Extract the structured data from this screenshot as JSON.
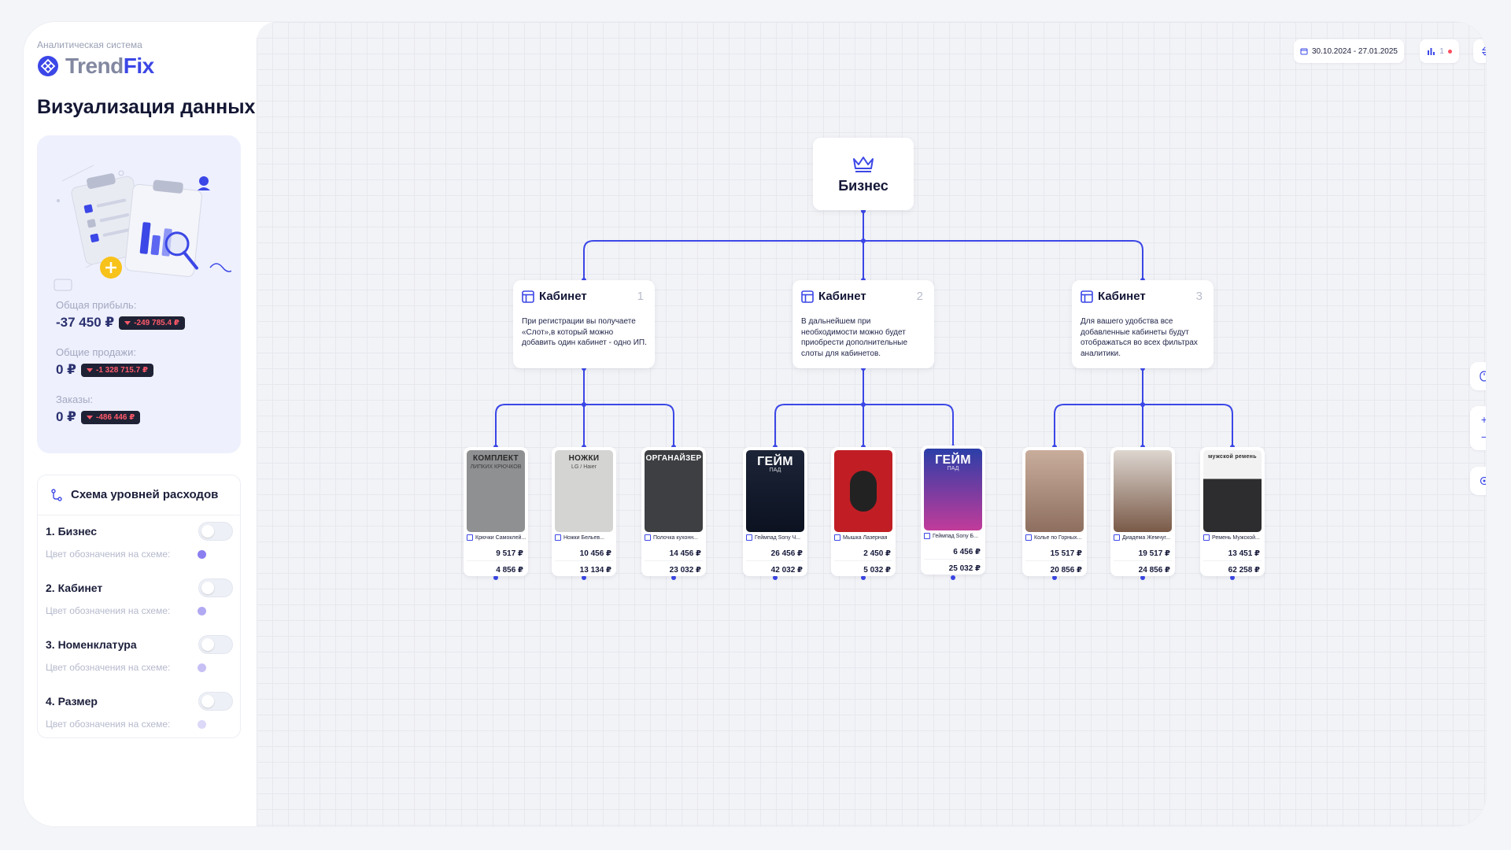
{
  "sidebar": {
    "system_label": "Аналитическая система",
    "logo_part1": "Trend",
    "logo_part2": "Fix",
    "page_title": "Визуализация данных",
    "stats": [
      {
        "label": "Общая прибыль:",
        "value": "-37 450 ₽",
        "delta": "-249 785.4 ₽"
      },
      {
        "label": "Общие продажи:",
        "value": "0 ₽",
        "delta": "-1 328 715.7 ₽"
      },
      {
        "label": "Заказы:",
        "value": "0 ₽",
        "delta": "-486 446 ₽"
      }
    ],
    "levels_title": "Схема уровней расходов",
    "levels": [
      {
        "name": "1. Бизнес",
        "sub": "Цвет обозначения на схеме:",
        "color": "#8b7ff0"
      },
      {
        "name": "2. Кабинет",
        "sub": "Цвет обозначения на схеме:",
        "color": "#b1a9f2"
      },
      {
        "name": "3. Номенклатура",
        "sub": "Цвет обозначения на схеме:",
        "color": "#c6c0f5"
      },
      {
        "name": "4. Размер",
        "sub": "Цвет обозначения на схеме:",
        "color": "#dcd8f8"
      }
    ]
  },
  "toolbar": {
    "date_range": "30.10.2024 - 27.01.2025",
    "chart_count": "1"
  },
  "tree": {
    "root_label": "Бизнес",
    "cabinets": [
      {
        "title": "Кабинет",
        "num": "1",
        "desc": "При регистрации вы получаете «Слот»,в который можно добавить один кабинет - одно ИП."
      },
      {
        "title": "Кабинет",
        "num": "2",
        "desc": "В дальнейшем при необходимости можно будет приобрести дополнительные слоты для кабинетов."
      },
      {
        "title": "Кабинет",
        "num": "3",
        "desc": "Для вашего удобства все добавленные кабинеты будут отображаться во всех фильтрах аналитики."
      }
    ],
    "products": [
      {
        "name": "Крючки Самоклей...",
        "v1": "9 517 ₽",
        "v2": "4 856 ₽",
        "cap": "КОМПЛЕКТ",
        "cap2": "ЛИПКИХ КРЮЧКОВ",
        "bg": "#8f9092",
        "dark": true
      },
      {
        "name": "Ножки Бельев...",
        "v1": "10 456 ₽",
        "v2": "13 134 ₽",
        "cap": "НОЖКИ",
        "cap2": "LG / Haier",
        "bg": "#d4d4d2",
        "dark": true
      },
      {
        "name": "Полочка кухонн...",
        "v1": "14 456 ₽",
        "v2": "23 032 ₽",
        "cap": "ОРГАНАЙЗЕР",
        "cap2": "",
        "bg": "#3d3f42",
        "dark": false
      },
      {
        "name": "Геймпад Sony Ч...",
        "v1": "26 456 ₽",
        "v2": "42 032 ₽",
        "cap": "ГЕЙМ",
        "cap2": "ПАД",
        "bg": "#1c2438",
        "dark": false
      },
      {
        "name": "Мышка Лазерная",
        "v1": "2 450 ₽",
        "v2": "5 032 ₽",
        "cap": "",
        "cap2": "",
        "bg": "#c01e24",
        "dark": false
      },
      {
        "name": "Геймпад Sony Б...",
        "v1": "6 456 ₽",
        "v2": "25 032 ₽",
        "cap": "ГЕЙМ",
        "cap2": "ПАД",
        "bg": "#2b3ea8",
        "dark": false
      },
      {
        "name": "Колье по Горных...",
        "v1": "15 517 ₽",
        "v2": "20 856 ₽",
        "cap": "",
        "cap2": "",
        "bg": "#b69a8a",
        "dark": false
      },
      {
        "name": "Диадема Жемчуг...",
        "v1": "19 517 ₽",
        "v2": "24 856 ₽",
        "cap": "",
        "cap2": "",
        "bg": "#a68976",
        "dark": false
      },
      {
        "name": "Ремень Мужской...",
        "v1": "13 451 ₽",
        "v2": "62 258 ₽",
        "cap": "мужской ремень",
        "cap2": "",
        "bg": "#2d2d2f",
        "dark": false
      }
    ]
  },
  "colors": {
    "accent": "#3b47e6",
    "canvas": "#f2f3f7",
    "delta_bg": "#1f2235",
    "delta_fg": "#ff5a6a"
  }
}
